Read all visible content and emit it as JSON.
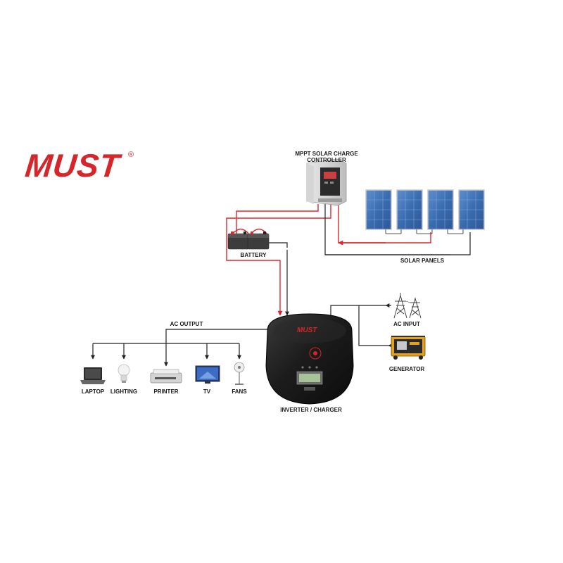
{
  "brand": {
    "logo_text": "MUST",
    "registered_mark": "®"
  },
  "labels": {
    "controller_line1": "MPPT SOLAR CHARGE",
    "controller_line2": "CONTROLLER",
    "battery": "BATTERY",
    "solar_panels": "SOLAR PANELS",
    "ac_output": "AC OUTPUT",
    "ac_input": "AC INPUT",
    "generator": "GENERATOR",
    "inverter": "INVERTER / CHARGER",
    "laptop": "LAPTOP",
    "lighting": "LIGHTING",
    "printer": "PRINTER",
    "tv": "TV",
    "fans": "FANS"
  },
  "colors": {
    "brand_red": "#d7262b",
    "dc_wire": "#e0262b",
    "ac_wire": "#222222",
    "inverter_body": "#1c1c1c",
    "panel_blue": "#3f73b5"
  },
  "icons": [
    "laptop-icon",
    "lightbulb-icon",
    "printer-icon",
    "tv-icon",
    "fan-icon",
    "power-tower-icon",
    "generator-icon",
    "solar-panel-icon",
    "battery-icon",
    "charge-controller-icon",
    "inverter-icon"
  ]
}
